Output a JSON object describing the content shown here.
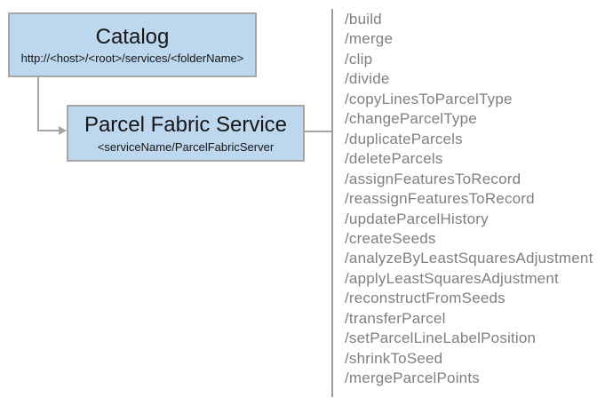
{
  "diagram": {
    "catalog": {
      "title": "Catalog",
      "subtitle": "http://<host>/<root>/services/<folderName>"
    },
    "service": {
      "title": "Parcel Fabric Service",
      "subtitle": "<serviceName/ParcelFabricServer"
    },
    "endpoints": [
      "/build",
      "/merge",
      "/clip",
      "/divide",
      "/copyLinesToParcelType",
      "/changeParcelType",
      "/duplicateParcels",
      "/deleteParcels",
      "/assignFeaturesToRecord",
      "/reassignFeaturesToRecord",
      "/updateParcelHistory",
      "/createSeeds",
      "/analyzeByLeastSquaresAdjustment",
      "/applyLeastSquaresAdjustment",
      "/reconstructFromSeeds",
      "/transferParcel",
      "/setParcelLineLabelPosition",
      "/shrinkToSeed",
      "/mergeParcelPoints"
    ],
    "colors": {
      "box_fill": "#bdd7ee",
      "box_border": "#a6a6a6",
      "connector_line": "#a6a6a6",
      "divider_line": "#9c9c9c",
      "endpoint_text": "#7f7f7f",
      "title_text": "#161616"
    }
  }
}
